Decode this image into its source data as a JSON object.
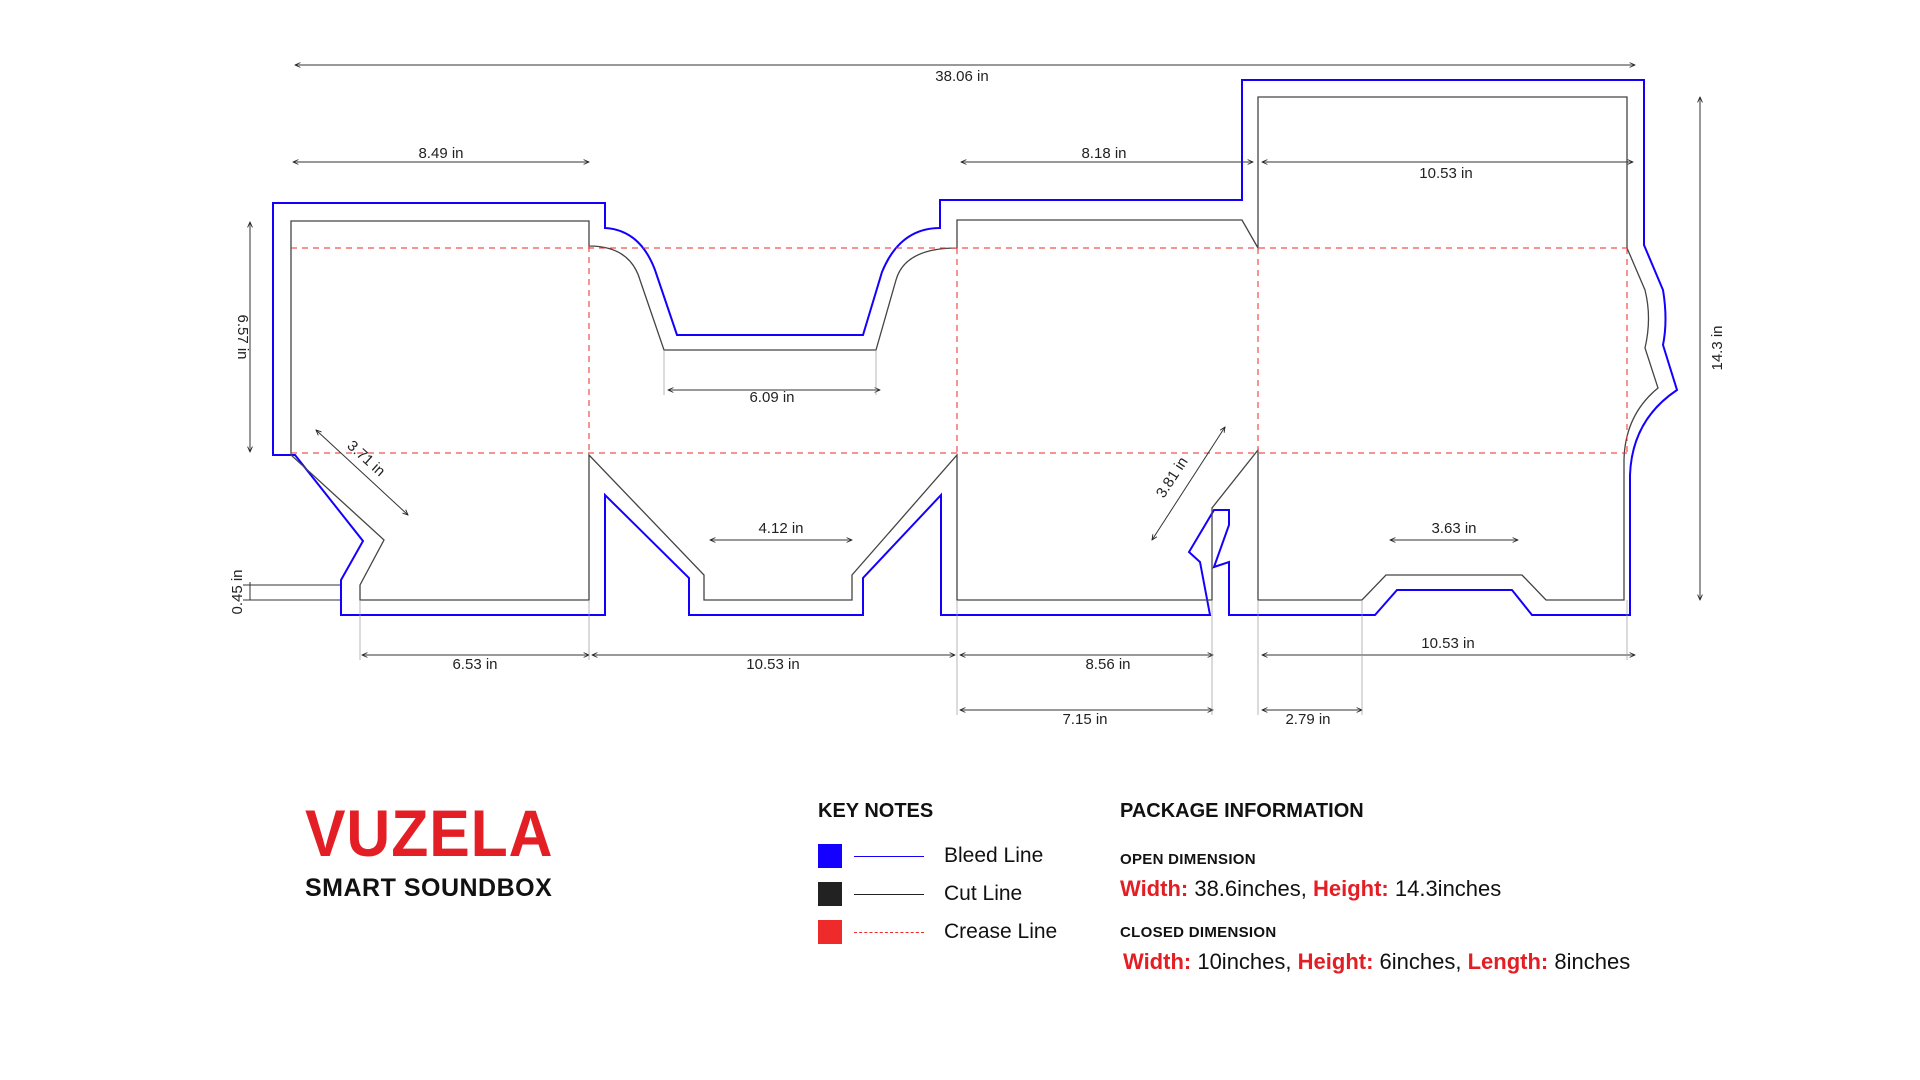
{
  "dimensions": {
    "total_width": "38.06 in",
    "left_panel_width": "8.49 in",
    "middle_top_width": "8.18 in",
    "right_top_width": "10.53 in",
    "left_panel_height": "6.57 in",
    "total_height": "14.3 in",
    "notch_bottom_width": "6.09 in",
    "left_flap_diag": "3.71 in",
    "right_flap_diag": "3.81 in",
    "tab_gap": "0.45 in",
    "bottom_tab_1": "4.12 in",
    "bottom_tab_2": "3.63 in",
    "bottom_left": "6.53 in",
    "bottom_mid": "10.53 in",
    "bottom_third": "8.56 in",
    "bottom_right": "10.53 in",
    "bottom_third_b": "7.15 in",
    "bottom_right_b": "2.79 in"
  },
  "brand": {
    "name": "VUZELA",
    "subtitle": "SMART SOUNDBOX"
  },
  "key_notes": {
    "title": "KEY NOTES",
    "items": [
      {
        "label": "Bleed Line",
        "color": "#1400ff",
        "style": "solid"
      },
      {
        "label": "Cut Line",
        "color": "#222222",
        "style": "solid"
      },
      {
        "label": "Crease Line",
        "color": "#ee2a2a",
        "style": "dashed"
      }
    ]
  },
  "package_info": {
    "title": "PACKAGE INFORMATION",
    "open": {
      "heading": "OPEN DIMENSION",
      "width_label": "Width:",
      "width_value": " 38.6inches",
      "sep": ", ",
      "height_label": "Height:",
      "height_value": " 14.3inches"
    },
    "closed": {
      "heading": "CLOSED DIMENSION",
      "width_label": "Width:",
      "width_value": " 10inches",
      "sep1": ", ",
      "height_label": "Height:",
      "height_value": " 6inches",
      "sep2": ", ",
      "length_label": "Length:",
      "length_value": " 8inches"
    }
  },
  "colors": {
    "bleed": "#1400ff",
    "cut": "#333333",
    "crease": "#ee2a2a",
    "accent": "#e31e24"
  }
}
